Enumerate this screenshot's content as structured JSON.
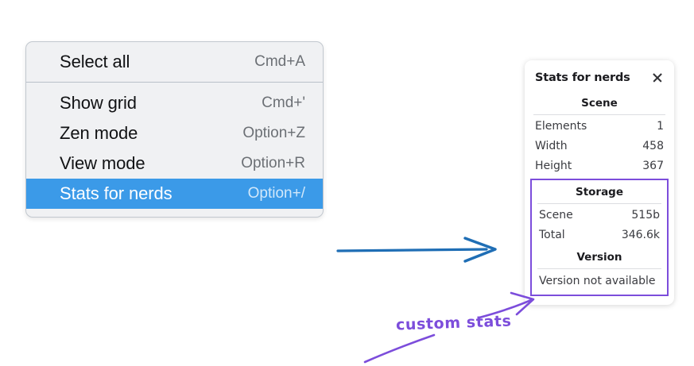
{
  "menu": {
    "groups": [
      {
        "items": [
          {
            "label": "Select all",
            "shortcut": "Cmd+A",
            "selected": false
          }
        ]
      },
      {
        "items": [
          {
            "label": "Show grid",
            "shortcut": "Cmd+'",
            "selected": false
          },
          {
            "label": "Zen mode",
            "shortcut": "Option+Z",
            "selected": false
          },
          {
            "label": "View mode",
            "shortcut": "Option+R",
            "selected": false
          },
          {
            "label": "Stats for nerds",
            "shortcut": "Option+/",
            "selected": true
          }
        ]
      }
    ]
  },
  "stats_panel": {
    "title": "Stats for nerds",
    "close_icon": "close-icon",
    "scene": {
      "title": "Scene",
      "rows": [
        {
          "key": "Elements",
          "value": "1"
        },
        {
          "key": "Width",
          "value": "458"
        },
        {
          "key": "Height",
          "value": "367"
        }
      ]
    },
    "storage": {
      "title": "Storage",
      "rows": [
        {
          "key": "Scene",
          "value": "515b"
        },
        {
          "key": "Total",
          "value": "346.6k"
        }
      ]
    },
    "version": {
      "title": "Version",
      "text": "Version not available"
    }
  },
  "annotations": {
    "custom_stats_label": "custom stats",
    "arrow_blue_color": "#1f6eb5",
    "arrow_purple_color": "#7c4ddb"
  },
  "colors": {
    "menu_background": "#f0f1f3",
    "menu_selected": "#3b9ae8",
    "shortcut_text": "#6c7075",
    "highlight_purple": "#7c4ddb",
    "panel_background": "#ffffff"
  }
}
